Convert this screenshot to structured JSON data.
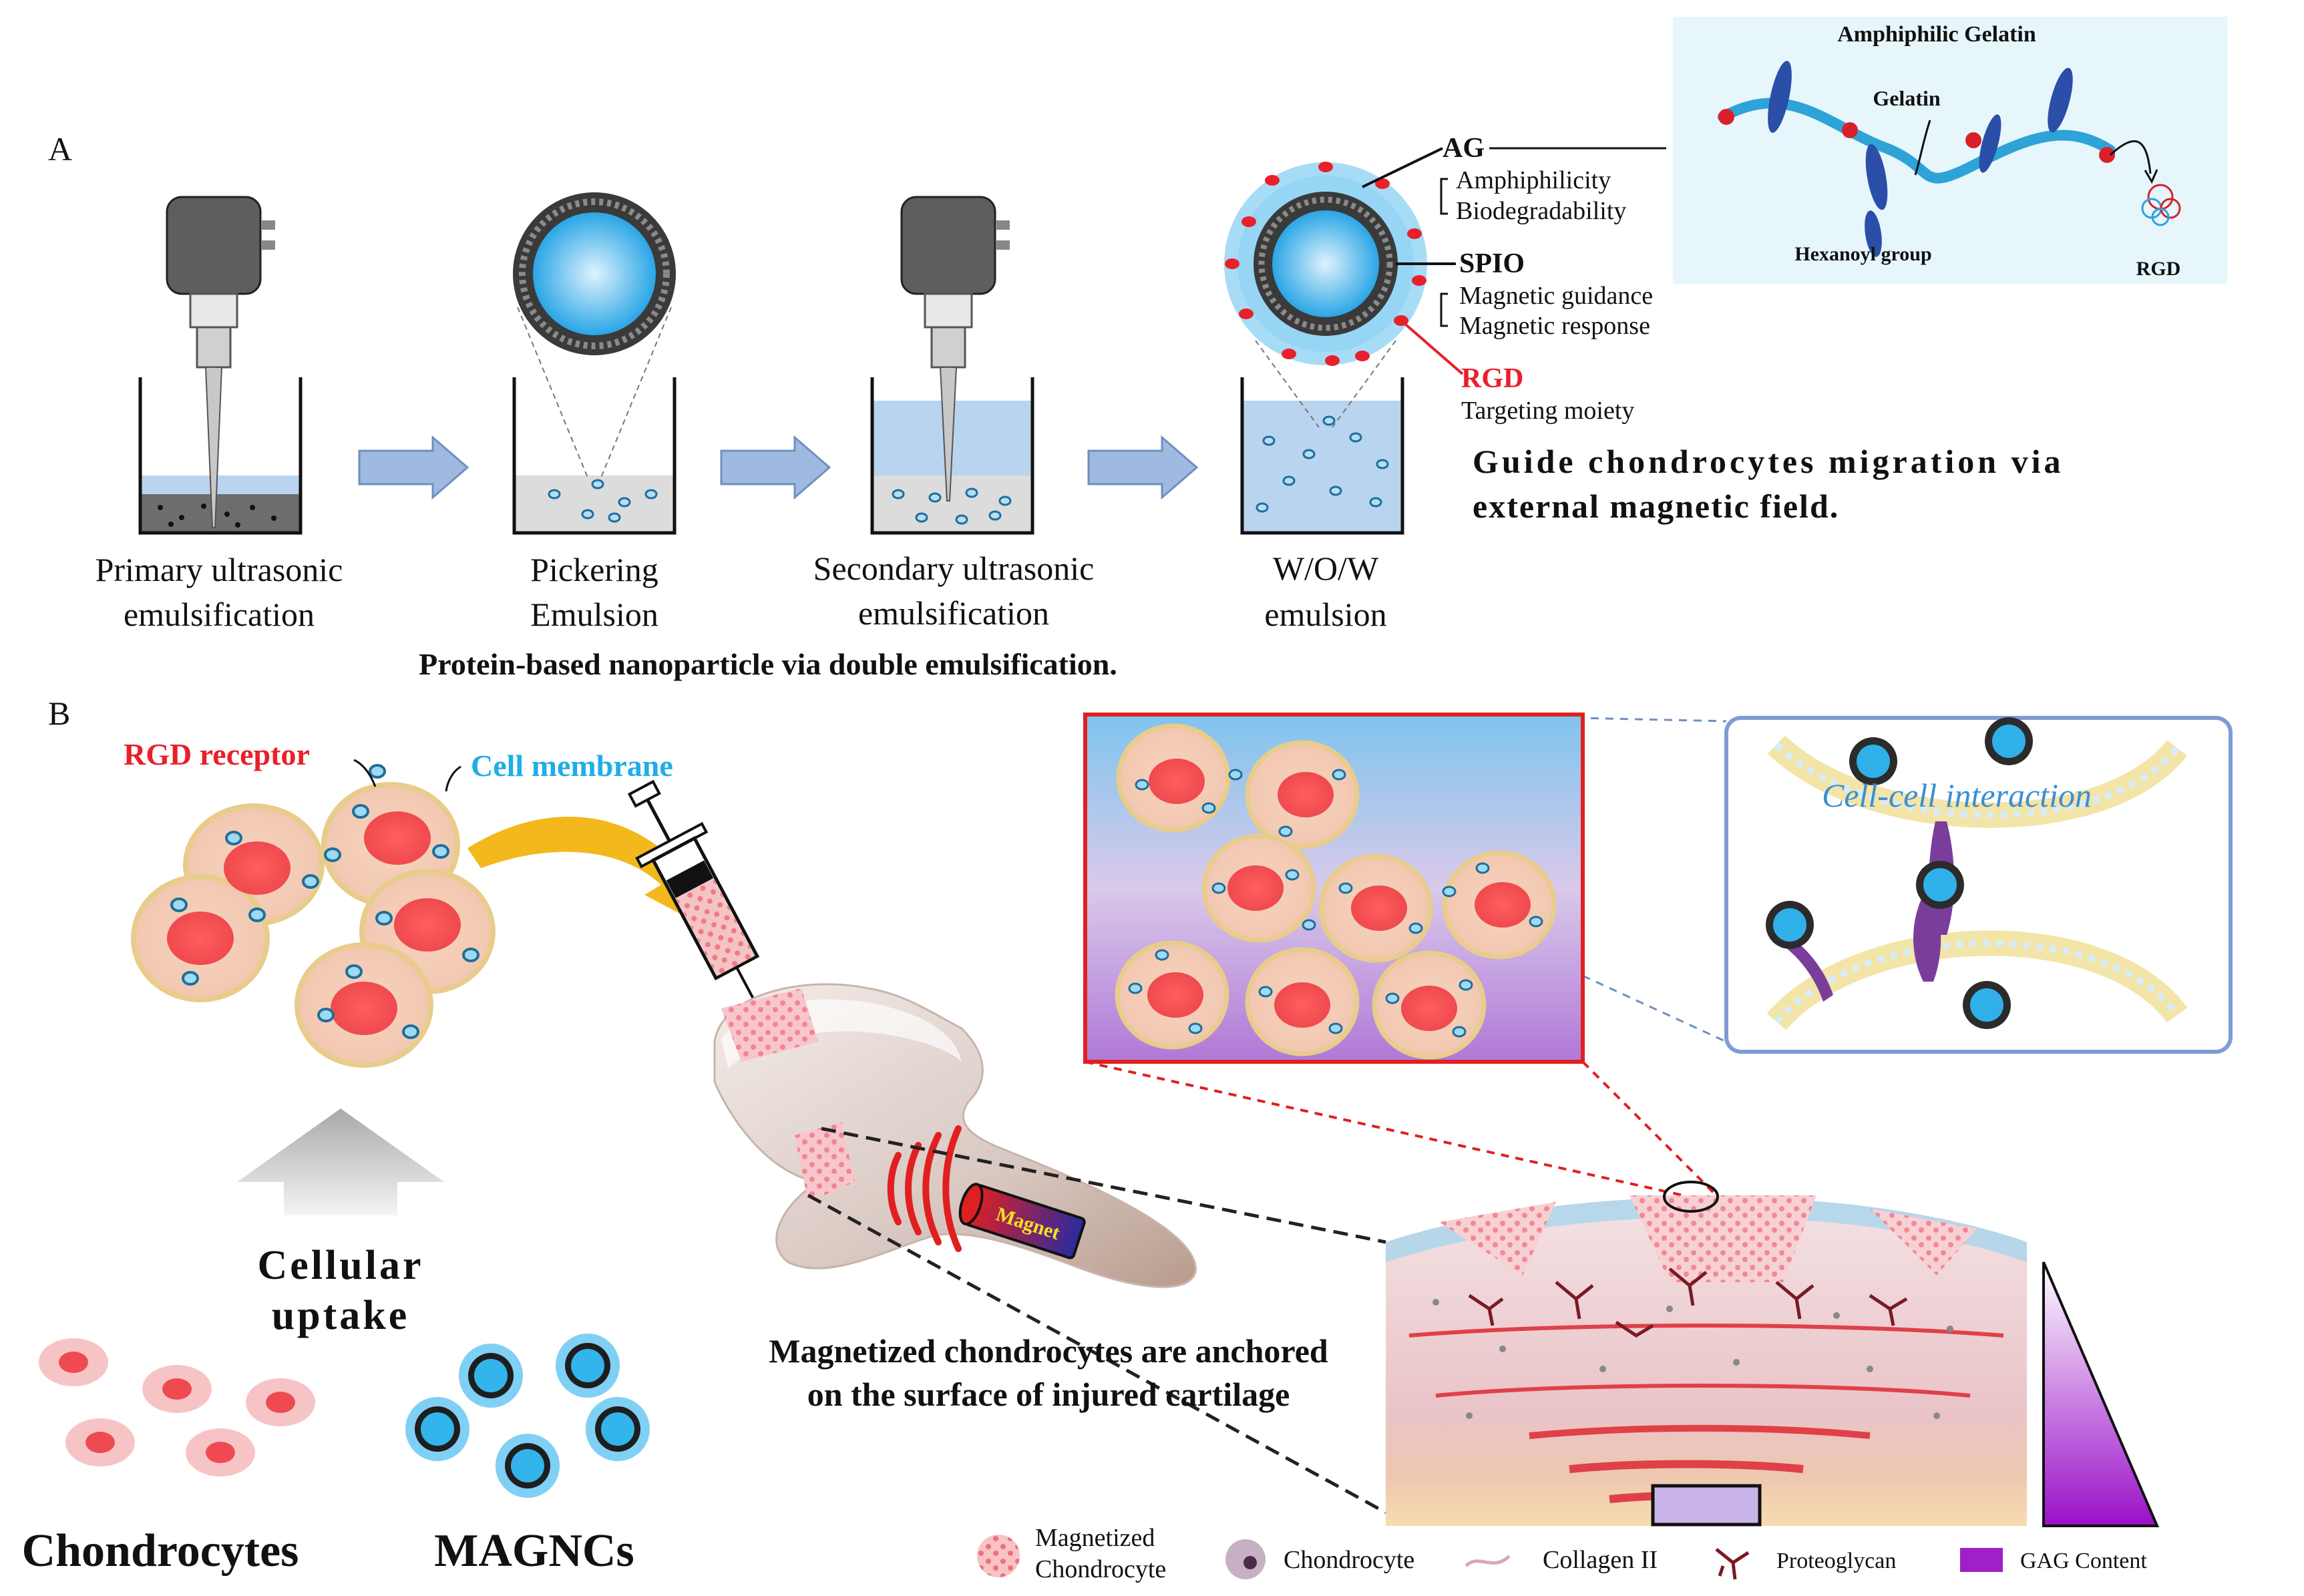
{
  "panel_a": {
    "letter": "A",
    "steps": [
      {
        "line1": "Primary ultrasonic",
        "line2": "emulsification"
      },
      {
        "line1": "Pickering",
        "line2": "Emulsion"
      },
      {
        "line1": "Secondary ultrasonic",
        "line2": "emulsification"
      },
      {
        "line1": "W/O/W",
        "line2": "emulsion"
      }
    ],
    "caption": "Protein-based nanoparticle via double emulsification.",
    "labels": {
      "ag": "AG",
      "amphiphilicity": "Amphiphilicity",
      "biodegradability": "Biodegradability",
      "spio": "SPIO",
      "magnetic_guidance": "Magnetic guidance",
      "magnetic_response": "Magnetic response",
      "rgd": "RGD",
      "targeting": "Targeting moiety",
      "guide_line1": "Guide  chondrocytes  migration  via",
      "guide_line2": "external magnetic field."
    },
    "inset": {
      "title": "Amphiphilic Gelatin",
      "gelatin": "Gelatin",
      "hexanoyl": "Hexanoyl group",
      "rgd": "RGD"
    }
  },
  "panel_b": {
    "letter": "B",
    "rgd_receptor": "RGD receptor",
    "cell_membrane": "Cell membrane",
    "cellular_uptake_1": "Cellular",
    "cellular_uptake_2": "uptake",
    "chondrocytes": "Chondrocytes",
    "magncs": "MAGNCs",
    "magnet": "Magnet",
    "anchored_1": "Magnetized chondrocytes are anchored",
    "anchored_2": "on the surface of injured cartilage",
    "cell_cell": "Cell-cell interaction",
    "legend": {
      "magnetized_1": "Magnetized",
      "magnetized_2": "Chondrocyte",
      "chondrocyte": "Chondrocyte",
      "collagen": "Collagen II",
      "proteoglycan": "Proteoglycan",
      "gag": "GAG Content"
    }
  },
  "colors": {
    "arrow_fill": "#9fb9e0",
    "rgd_red": "#e8202a",
    "cell_blue": "#1eaee8",
    "gag_purple": "#a020c8",
    "beaker_liquid": "#b7d4ee"
  }
}
